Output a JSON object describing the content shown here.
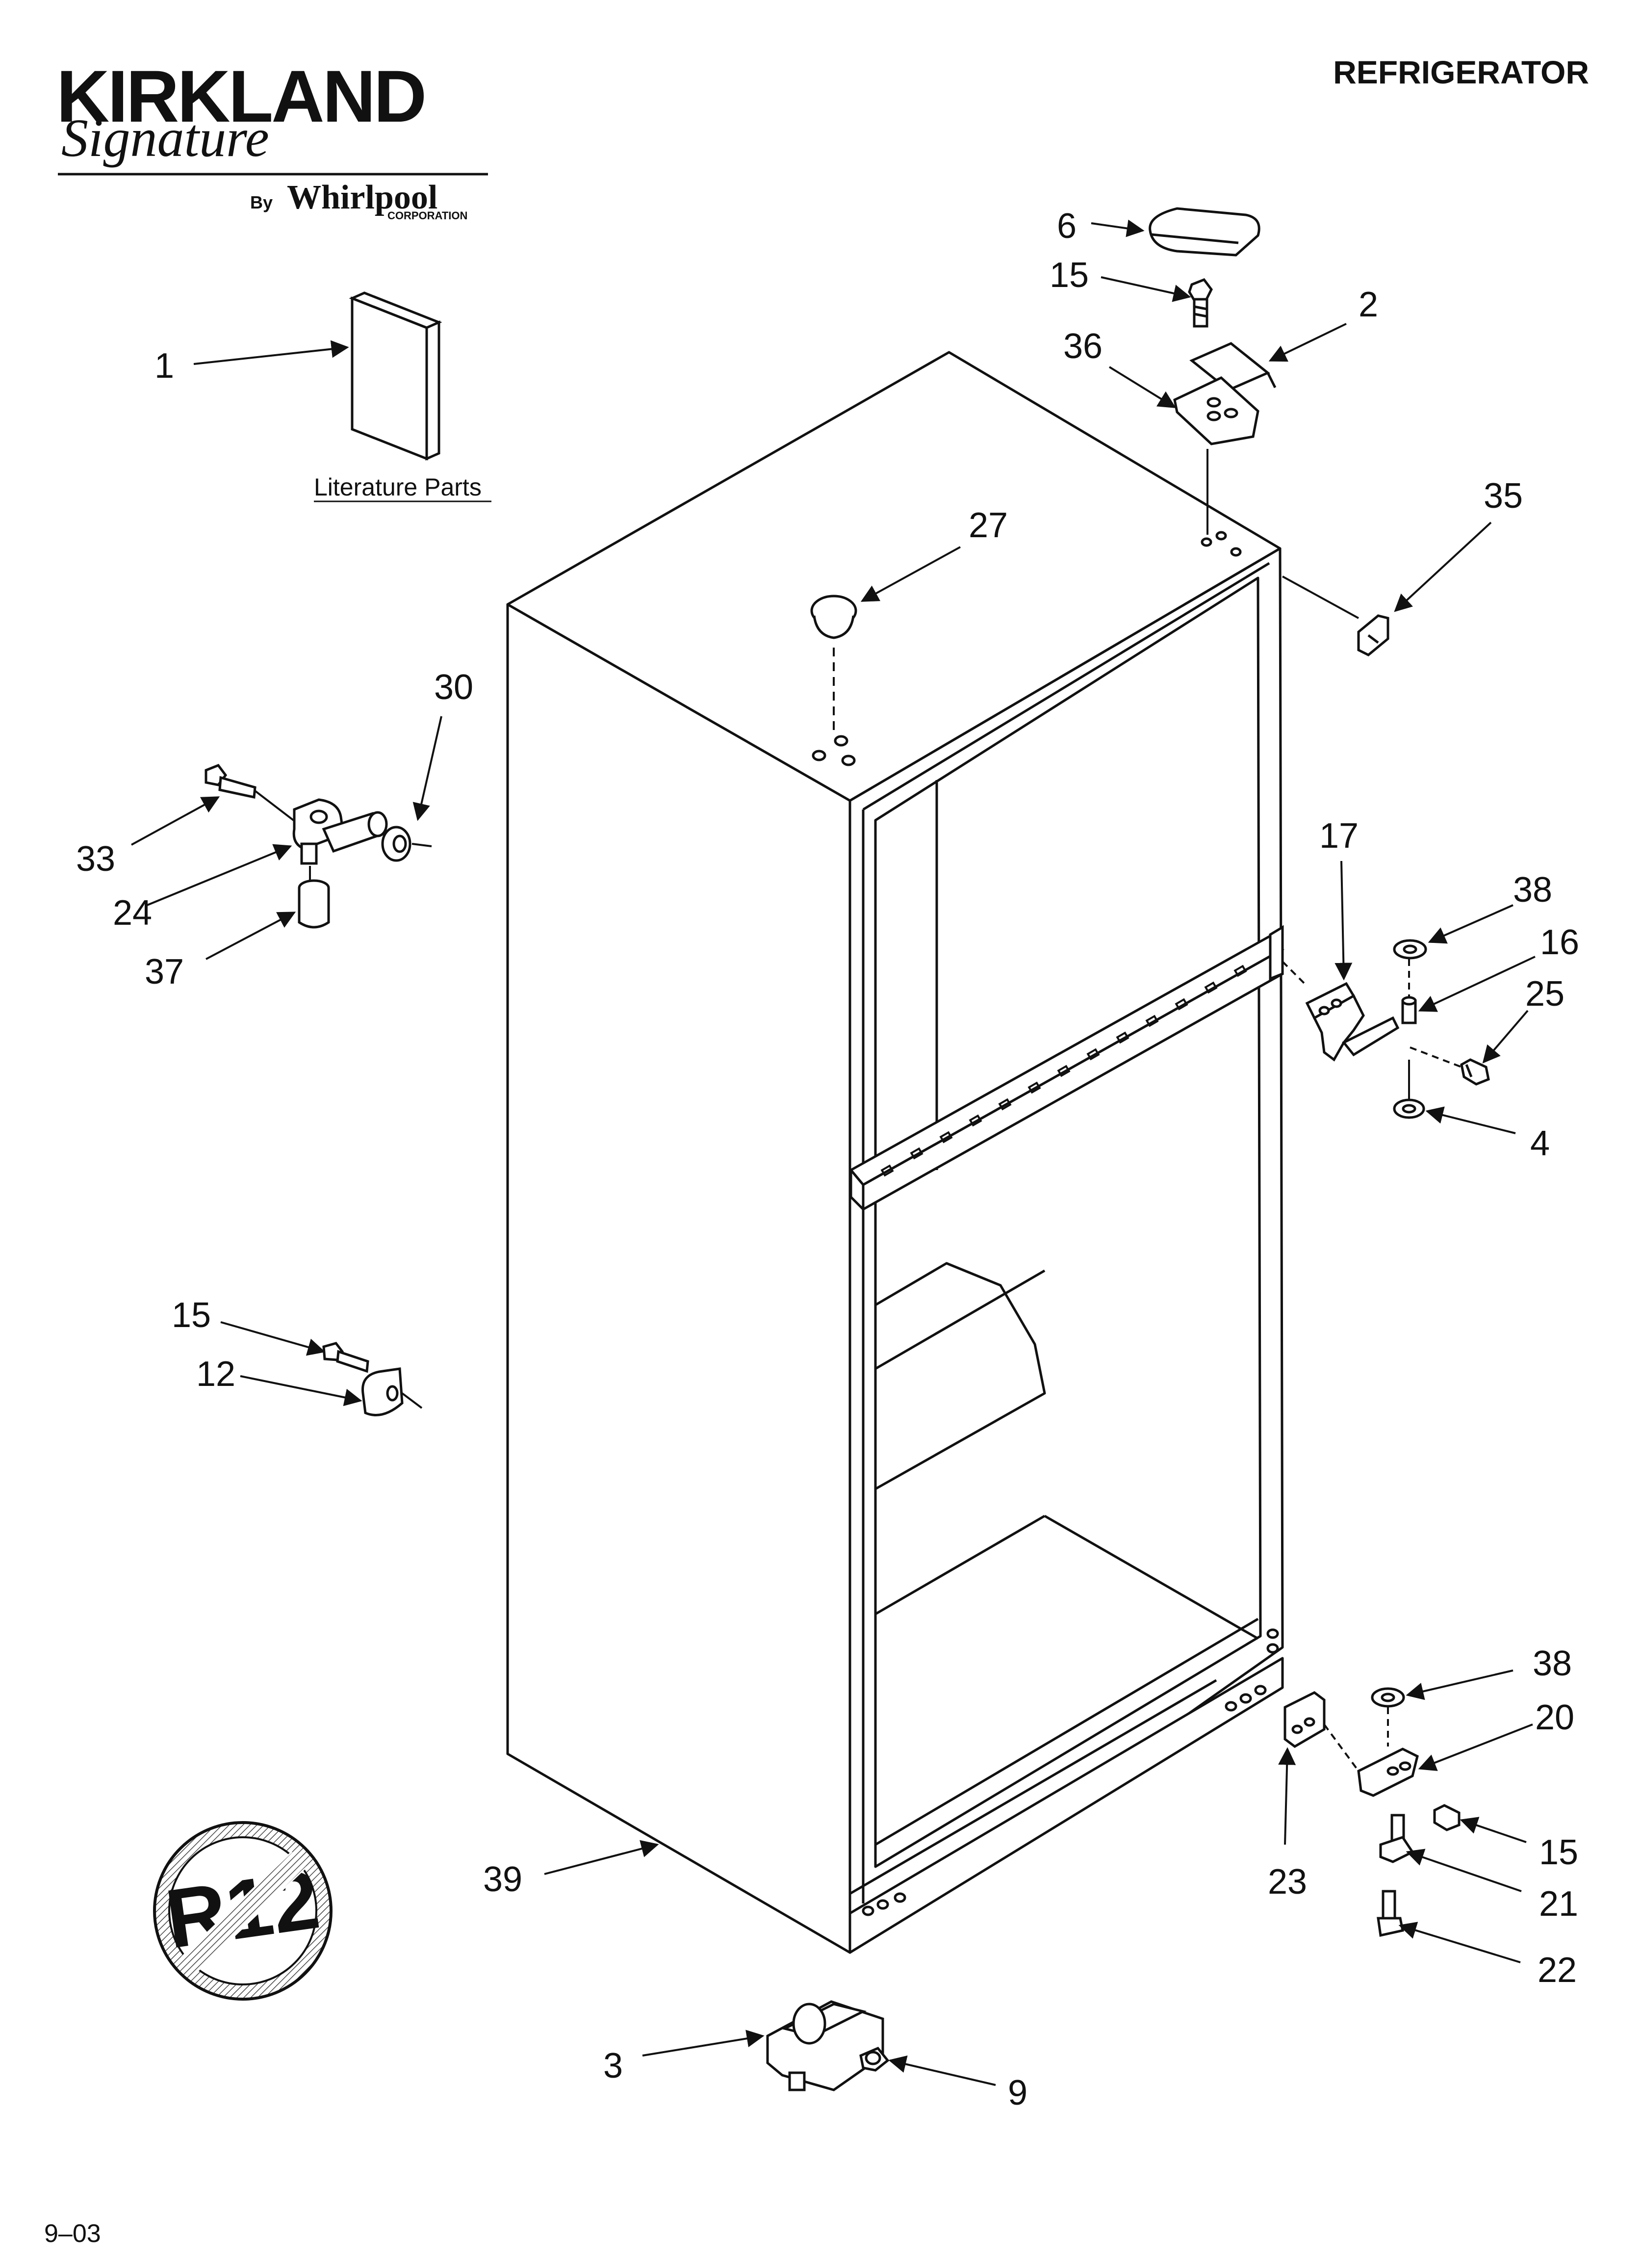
{
  "header": {
    "brand": "KIRKLAND",
    "brand_script": "Signature",
    "by": "By",
    "maker": "Whirlpool",
    "maker_sub": "CORPORATION",
    "title": "REFRIGERATOR"
  },
  "literature_label": "Literature Parts",
  "callouts": {
    "c1": "1",
    "c2": "2",
    "c3": "3",
    "c4": "4",
    "c6": "6",
    "c9": "9",
    "c12": "12",
    "c15a": "15",
    "c15b": "15",
    "c15c": "15",
    "c16": "16",
    "c17": "17",
    "c20": "20",
    "c21": "21",
    "c22": "22",
    "c23": "23",
    "c24": "24",
    "c25": "25",
    "c27": "27",
    "c30": "30",
    "c33": "33",
    "c35": "35",
    "c36": "36",
    "c37": "37",
    "c38a": "38",
    "c38b": "38",
    "c39": "39"
  },
  "badge_text": "R12",
  "footer_code": "9–03",
  "colors": {
    "line": "#111111",
    "paper": "#ffffff"
  }
}
